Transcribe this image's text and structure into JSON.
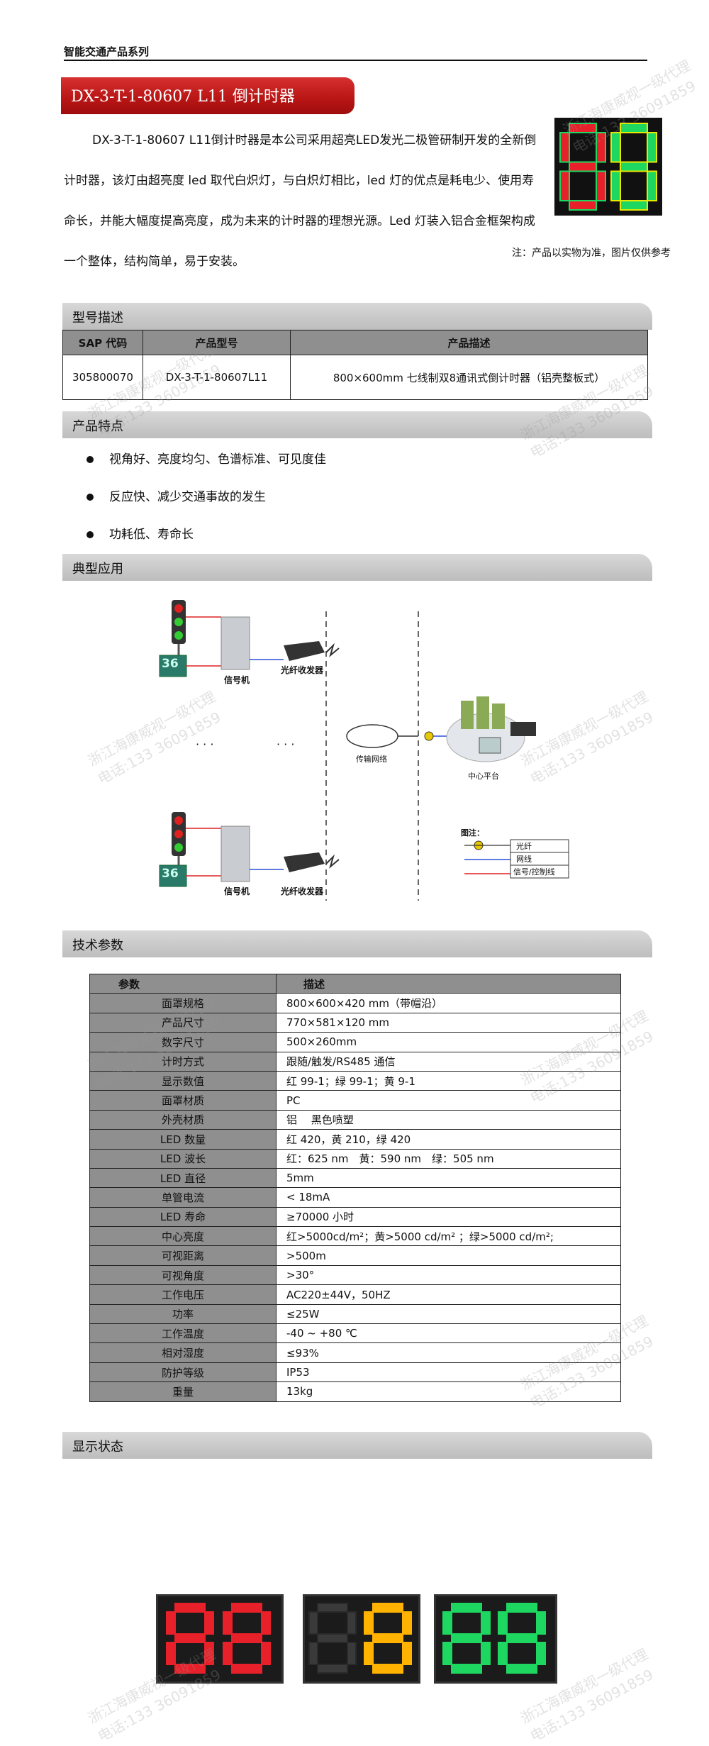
{
  "header": {
    "series": "智能交通产品系列"
  },
  "product": {
    "title": "DX-3-T-1-80607 L11 倒计时器",
    "intro": "DX-3-T-1-80607 L11倒计时器是本公司采用超亮LED发光二极管研制开发的全新倒计时器，该灯由超亮度 led 取代白炽灯，与白炽灯相比，led 灯的优点是耗电少、使用寿命长，并能大幅度提高亮度，成为未来的计时器的理想光源。Led 灯装入铝合金框架构成一个整体，结构简单，易于安装。",
    "note": "注：产品以实物为准，图片仅供参考"
  },
  "sections": {
    "model": "型号描述",
    "features": "产品特点",
    "application": "典型应用",
    "specs": "技术参数",
    "display": "显示状态"
  },
  "model_table": {
    "headers": [
      "SAP 代码",
      "产品型号",
      "产品描述"
    ],
    "row": [
      "305800070",
      "DX-3-T-1-80607L11",
      "800×600mm 七线制双8通讯式倒计时器（铝壳整板式）"
    ]
  },
  "features": [
    "视角好、亮度均匀、色谱标准、可见度佳",
    "反应快、减少交通事故的发生",
    "功耗低、寿命长"
  ],
  "diagram": {
    "signal_machine": "信号机",
    "transceiver": "光纤收发器",
    "network": "传输网络",
    "center": "中心平台",
    "ellipsis": "· · ·",
    "countdown": "36",
    "legend_title": "图注：",
    "legend_fiber": "光纤",
    "legend_network": "网线",
    "legend_signal": "信号/控制线"
  },
  "spec_table": {
    "headers": [
      "参数",
      "描述"
    ],
    "rows": [
      [
        "面罩规格",
        "800×600×420 mm（带帽沿）"
      ],
      [
        "产品尺寸",
        "770×581×120 mm"
      ],
      [
        "数字尺寸",
        "500×260mm"
      ],
      [
        "计时方式",
        "跟随/触发/RS485 通信"
      ],
      [
        "显示数值",
        "红 99-1；绿 99-1；黄 9-1"
      ],
      [
        "面罩材质",
        "PC"
      ],
      [
        "外壳材质",
        "铝　 黑色喷塑"
      ],
      [
        "LED 数量",
        "红 420，黄 210，绿 420"
      ],
      [
        "LED 波长",
        "红：625 nm　黄：590 nm　绿：505 nm"
      ],
      [
        "LED  直径",
        "5mm"
      ],
      [
        "单管电流",
        "< 18mA"
      ],
      [
        "LED 寿命",
        "≥70000 小时"
      ],
      [
        "中心亮度",
        "红>5000cd/m²；黄>5000 cd/m² ；绿>5000 cd/m²;"
      ],
      [
        "可视距离",
        ">500m"
      ],
      [
        "可视角度",
        ">30°"
      ],
      [
        "工作电压",
        "AC220±44V，50HZ"
      ],
      [
        "功率",
        "≤25W"
      ],
      [
        "工作温度",
        "-40 ~ +80 ℃"
      ],
      [
        "相对湿度",
        "≤93%"
      ],
      [
        "防护等级",
        "IP53"
      ],
      [
        "重量",
        "13kg"
      ]
    ]
  },
  "watermark": {
    "line1": "浙江海康威视一级代理",
    "line2": "电话:133 36091859"
  },
  "colors": {
    "red": "#e8202a",
    "green": "#1ed760",
    "yellow": "#ffb300"
  }
}
